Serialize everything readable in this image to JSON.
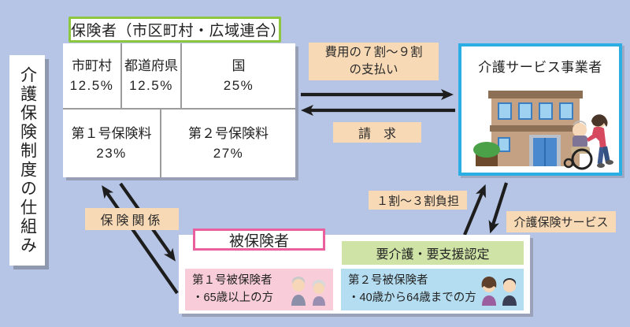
{
  "page": {
    "vertical_title": "介護保険制度の仕組み"
  },
  "insurer": {
    "title": "保険者（市区町村・広域連合）",
    "table": {
      "cells": [
        {
          "label": "市町村",
          "value": "12.5%"
        },
        {
          "label": "都道府県",
          "value": "12.5%"
        },
        {
          "label": "国",
          "value": "25%"
        },
        {
          "label": "第１号保険料",
          "value": "23%"
        },
        {
          "label": "第２号保険料",
          "value": "27%"
        }
      ]
    }
  },
  "provider": {
    "title": "介護サービス事業者",
    "illustration": "care-facility-building-with-caregiver-pushing-wheelchair"
  },
  "labels": {
    "payment_line1": "費用の７割～９割",
    "payment_line2": "の支払い",
    "claim": "請　求",
    "relation": "保険関係",
    "burden": "１割～３割負担",
    "service": "介護保険サービス"
  },
  "insured": {
    "title": "被保険者",
    "certification": "要介護・要支援認定",
    "categories": [
      {
        "line1": "第１号被保険者",
        "line2": "・65歳以上の方",
        "icon": "elderly-couple-icon"
      },
      {
        "line1": "第２号被保険者",
        "line2": "・40歳から64歳までの方",
        "icon": "adult-couple-icon"
      }
    ]
  },
  "colors": {
    "background": "#b6c5e6",
    "flow_label_bg": "#f8d9b5",
    "insurer_border": "#8dc63f",
    "provider_border": "#2aaee4",
    "insured_border": "#ea5f9e",
    "certification_bg": "#cfe3a6",
    "category1_bg": "#f8cdd9",
    "category2_bg": "#b4ddf1",
    "arrow": "#1d1d1d"
  }
}
